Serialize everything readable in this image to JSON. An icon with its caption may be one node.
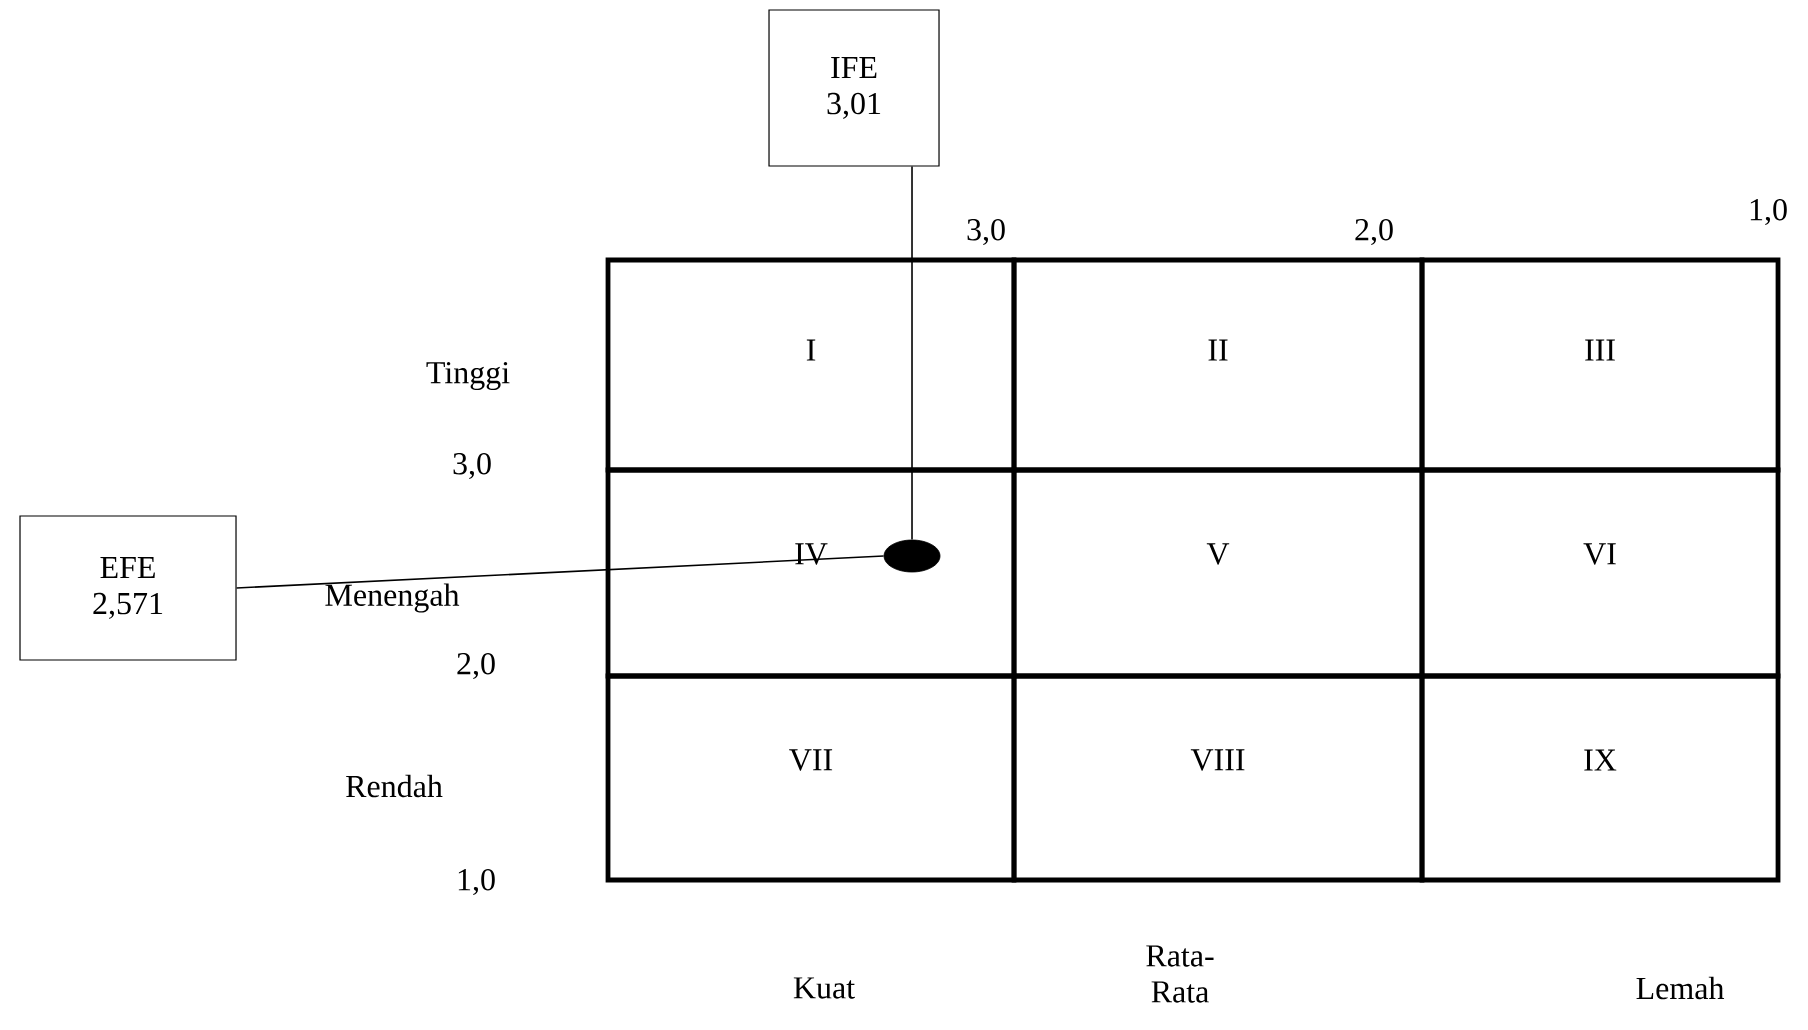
{
  "diagram": {
    "nodes": [
      {
        "text": [
          "IFE",
          "3,01"
        ]
      },
      {
        "text": [
          "EFE",
          "2,571"
        ]
      },
      {
        "text": [
          "I"
        ]
      },
      {
        "text": [
          "II"
        ]
      },
      {
        "text": [
          "III"
        ]
      },
      {
        "text": [
          "IV"
        ]
      },
      {
        "text": [
          "V"
        ]
      },
      {
        "text": [
          "VI"
        ]
      },
      {
        "text": [
          "VII"
        ]
      },
      {
        "text": [
          "VIII"
        ]
      },
      {
        "text": [
          "IX"
        ]
      },
      {
        "text": [],
        "shape": "circle",
        "in": 5
      }
    ],
    "edges": [
      {
        "from": 0,
        "to": 11,
        "arrow": "none"
      },
      {
        "from": 1,
        "to": 11,
        "arrow": "none"
      }
    ],
    "labels": [
      "3,0",
      "2,0",
      "1,0",
      "Tinggi",
      "3,0",
      "Menengah",
      "2,0",
      "Rendah",
      "1,0",
      "Kuat",
      "Rata- Rata",
      "Lemah"
    ]
  }
}
